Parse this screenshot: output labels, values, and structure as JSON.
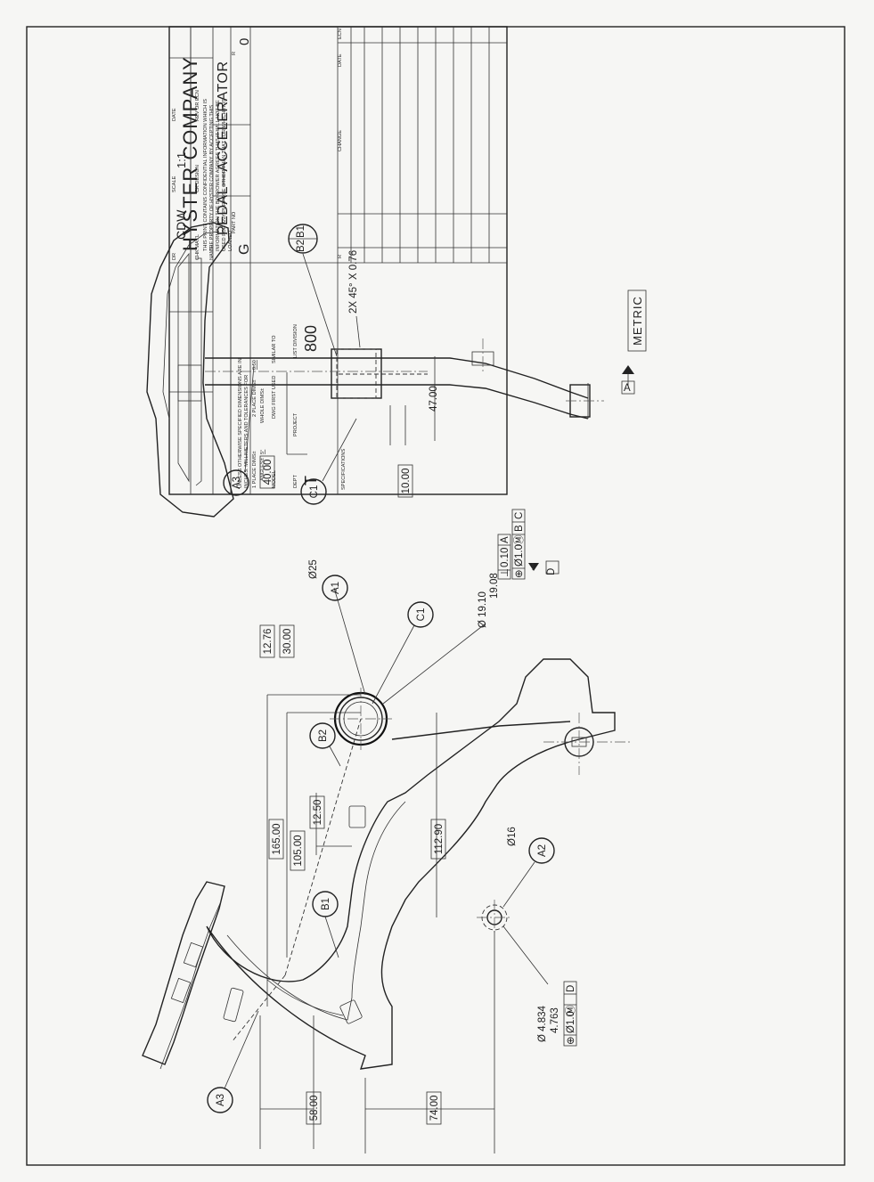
{
  "title_block": {
    "company": "HYSTER COMPANY",
    "confidentiality": [
      "THIS PRINT CONTAINS CONFIDENTIAL INFORMATION WHICH IS",
      "THE PROPERTY OF HYSTER COMPANY. BY ACCEPTING THIS",
      "INFORMATION THE BORROWER AGREES THAT IT WILL NOT BE",
      "USED FOR ANY PURPOSE OTHER THAN THAT FOR WHICH IT IS",
      "LOANED"
    ],
    "revision_headers": {
      "r": "R",
      "change": "CHANGE",
      "date": "DATE",
      "ecn": "ECN"
    },
    "specifications_label": "SPECIFICATIONS",
    "tolerance_note": [
      "UNLESS OTHERWISE SPECIFIED DIMENSIONS ARE IN",
      "INCHES. MILLIMETERS AND TOLERANCES FOR",
      "1 PLACE DIMS±",
      "2 PLACE DIMS±",
      "0.50",
      "ANGLES±",
      "5°",
      "WHOLE DIMS±"
    ],
    "labels": {
      "dr": "DR",
      "scale": "SCALE",
      "date": "DATE",
      "chk_matl": "CHK MAT'L",
      "ck_design": "CK DESIGN",
      "rev_or_ecn": "REV OR ECN",
      "name": "NAME",
      "model": "MODEL",
      "dwg_first_used": "DWG FIRST USED",
      "similar_to": "SIMILAR TO",
      "dept": "DEPT",
      "project": "PROJECT",
      "list_division": "LIST DIVISION",
      "part_no": "PART NO",
      "r": "R"
    },
    "values": {
      "drawn_by": "CDW",
      "scale": "1:1",
      "part_name": "PEDAL—ACCELERATOR",
      "dept": "T",
      "list_division": "800",
      "size": "G",
      "revision": "0"
    }
  },
  "metric_stamp": "METRIC",
  "datums": [
    "A",
    "D"
  ],
  "balloons": [
    "A3",
    "B1",
    "B2",
    "C1",
    "A1",
    "A2",
    "B1",
    "A3",
    "C1"
  ],
  "front_view": {
    "dims": [
      "12.76",
      "30.00",
      "165.00",
      "105.00",
      "12.50",
      "112.90",
      "58.00",
      "74.00"
    ],
    "dia_25": "Ø25",
    "dia_16": "Ø16",
    "bore_dia": [
      "Ø 19.10",
      "19.08"
    ],
    "bore_fcf": [
      "⊥",
      "0.10",
      "A",
      "⊕",
      "Ø1.0",
      "Ⓜ",
      "B",
      "C"
    ],
    "hole_dia": [
      "Ø 4.834",
      "4.763"
    ],
    "hole_fcf": [
      "⊕",
      "Ø1.0",
      "Ⓜ",
      "D"
    ]
  },
  "side_view": {
    "chamfer": "2X 45° X 0.76",
    "dims": [
      "40.00",
      "47.00",
      "10.00"
    ]
  }
}
